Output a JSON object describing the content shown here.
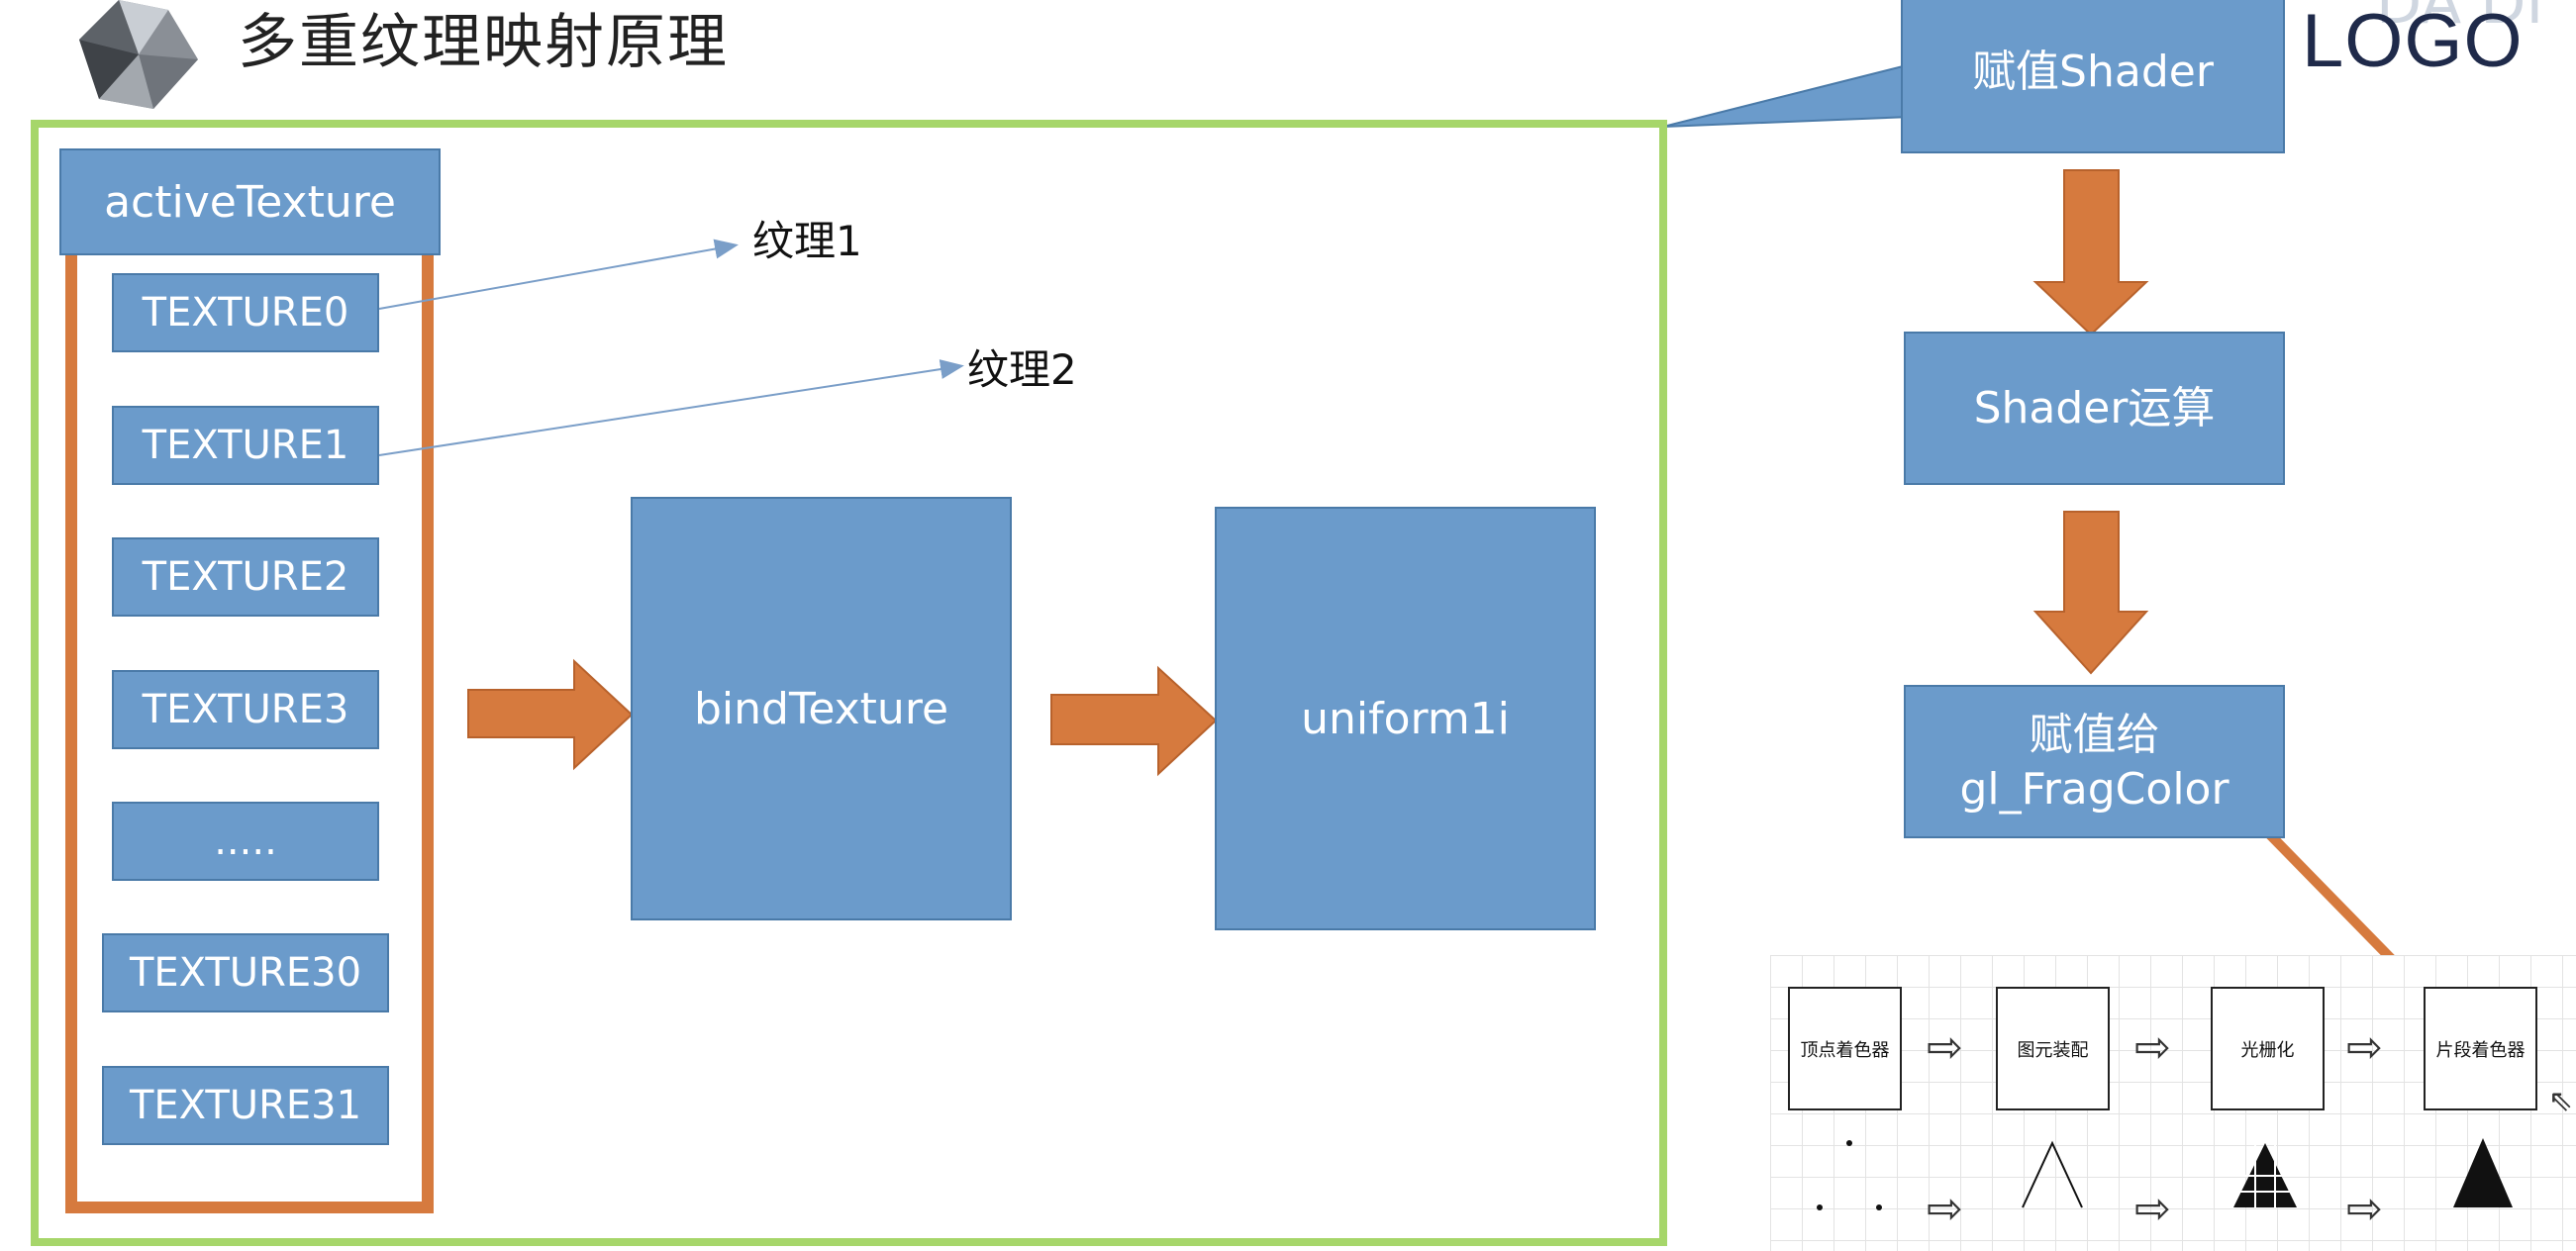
{
  "header": {
    "title": "多重纹理映射原理",
    "logo_text": "LOGO",
    "watermark": "DA DI"
  },
  "left": {
    "active_texture": "activeTexture",
    "textures": [
      "TEXTURE0",
      "TEXTURE1",
      "TEXTURE2",
      "TEXTURE3",
      ".....",
      "TEXTURE30",
      "TEXTURE31"
    ],
    "texture_labels": [
      "纹理1",
      "纹理2"
    ],
    "bind_texture": "bindTexture",
    "uniform": "uniform1i"
  },
  "right": {
    "assign_shader": "赋值Shader",
    "shader_compute": "Shader运算",
    "assign_to_line1": "赋值给",
    "assign_to_line2": "gl_FragColor"
  },
  "pipeline": {
    "stages": [
      "顶点着色器",
      "图元装配",
      "光栅化",
      "片段着色器"
    ],
    "arrow_glyph": "⇨"
  },
  "colors": {
    "box_fill": "#6b9bcb",
    "box_border": "#4a7aa8",
    "orange": "#d67a3e",
    "green_frame": "#a6d66a",
    "thin_arrow": "#7a9ec8"
  },
  "icons": {
    "logo": "crystal-logo-icon",
    "cursor": "mouse-cursor-icon"
  }
}
